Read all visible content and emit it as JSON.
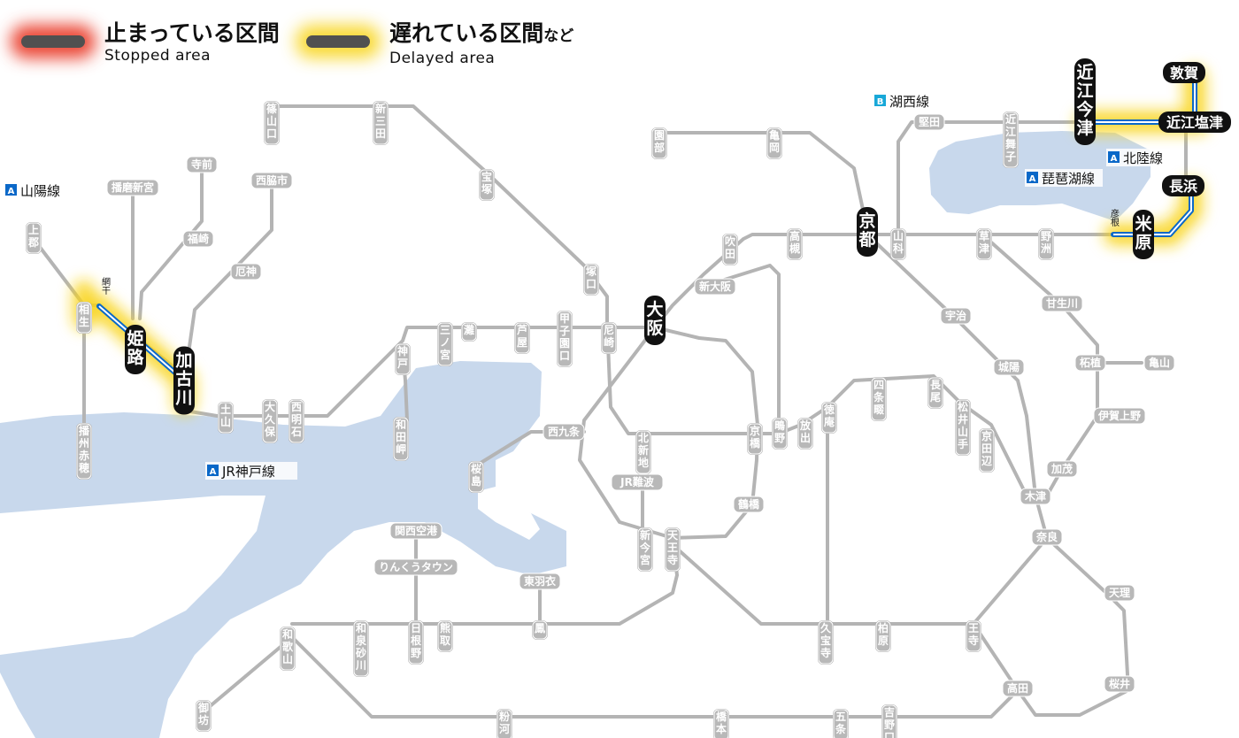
{
  "legend": {
    "stopped": {
      "label_jp": "止まっている区間",
      "label_en": "Stopped area"
    },
    "delayed": {
      "label_jp": "遅れている区間",
      "label_suffix": "など",
      "label_en": "Delayed area"
    }
  },
  "colors": {
    "stopped_glow": "#e82814",
    "delayed_glow": "#f8d414",
    "line_gray": "#b4b4b4",
    "line_blue": "#0a68c8",
    "water": "#c8d8ec",
    "major_station": "#111111"
  },
  "line_labels": [
    {
      "badge": "A",
      "name": "山陽線"
    },
    {
      "badge": "A",
      "name": "JR神戸線"
    },
    {
      "badge": "B",
      "name": "湖西線"
    },
    {
      "badge": "A",
      "name": "北陸線"
    },
    {
      "badge": "A",
      "name": "琵琶湖線"
    }
  ],
  "major_stations": [
    "姫路",
    "加古川",
    "大阪",
    "京都",
    "米原",
    "長浜",
    "敦賀",
    "近江今津",
    "近江塩津"
  ],
  "stations": [
    "篠山口",
    "新三田",
    "宝塚",
    "園部",
    "亀岡",
    "堅田",
    "近江舞子",
    "寺前",
    "播磨新宮",
    "西脇市",
    "福崎",
    "上郡",
    "相生",
    "網干",
    "厄神",
    "土山",
    "大久保",
    "西明石",
    "神戸",
    "三ノ宮",
    "灘",
    "芦屋",
    "甲子園口",
    "尼崎",
    "塚口",
    "吹田",
    "高槻",
    "山科",
    "草津",
    "野洲",
    "彦根",
    "新大阪",
    "宇治",
    "甘生川",
    "城陽",
    "柘植",
    "亀山",
    "播州赤穂",
    "和田岬",
    "西九条",
    "北新地",
    "桜島",
    "京橋",
    "鴫野",
    "放出",
    "徳庵",
    "四条畷",
    "長尾",
    "松井山手",
    "京田辺",
    "伊賀上野",
    "加茂",
    "木津",
    "奈良",
    "JR難波",
    "新今宮",
    "天王寺",
    "鶴橋",
    "関西空港",
    "りんくうタウン",
    "東羽衣",
    "鳳",
    "日根野",
    "熊取",
    "和泉砂川",
    "和歌山",
    "御坊",
    "粉河",
    "橋本",
    "五条",
    "吉野口",
    "高田",
    "王寺",
    "久宝寺",
    "柏原",
    "天理",
    "桜井"
  ]
}
